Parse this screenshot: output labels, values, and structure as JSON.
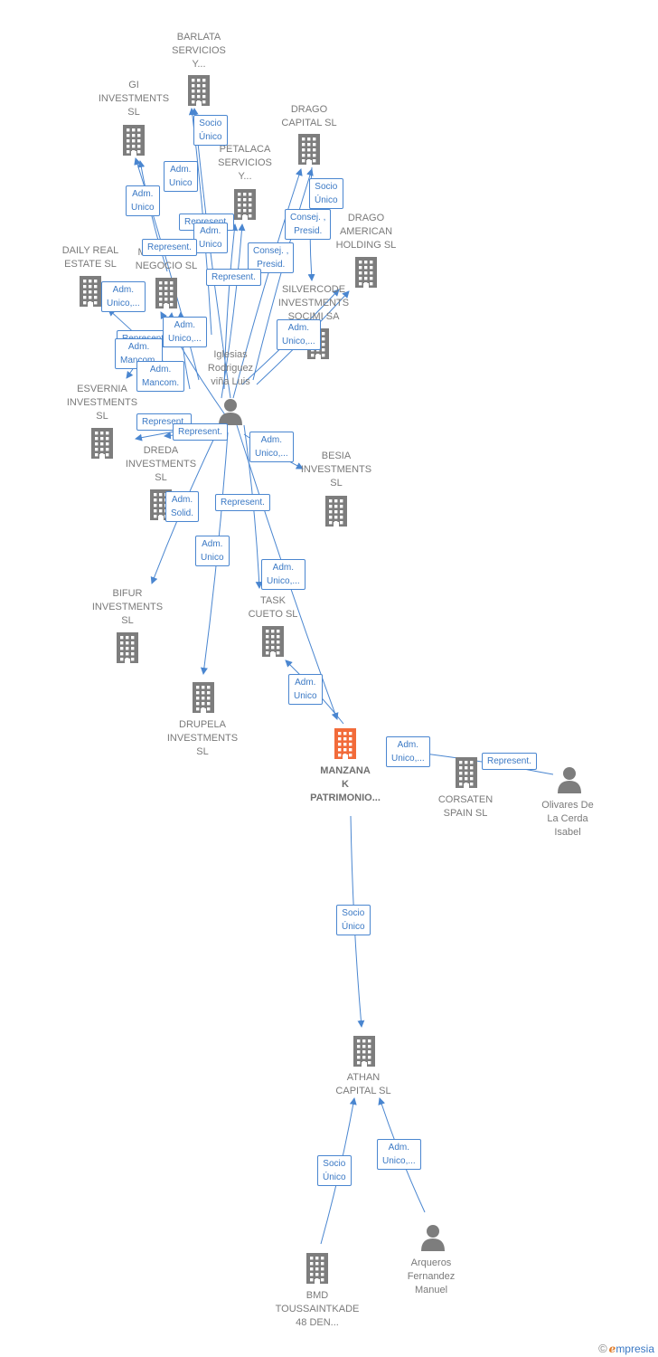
{
  "colors": {
    "line": "#4a86d0",
    "building": "#7d7d7d",
    "focus_building": "#f26b3a",
    "person": "#7d7d7d"
  },
  "nodes": [
    {
      "id": "barlata",
      "label": "BARLATA\nSERVICIOS\nY...",
      "type": "building"
    },
    {
      "id": "gi",
      "label": "GI\nINVESTMENTS\nSL",
      "type": "building"
    },
    {
      "id": "drago_capital",
      "label": "DRAGO\nCAPITAL SL",
      "type": "building"
    },
    {
      "id": "petalaca",
      "label": "PETALACA\nSERVICIOS\nY...",
      "type": "building"
    },
    {
      "id": "drago_american",
      "label": "DRAGO\nAMERICAN\nHOLDING  SL",
      "type": "building"
    },
    {
      "id": "daily_real",
      "label": "DAILY REAL\nESTATE  SL",
      "type": "building"
    },
    {
      "id": "manantial",
      "label": "MANANTIAL\nNEGOCIO  SL",
      "type": "building"
    },
    {
      "id": "silvercode",
      "label": "SILVERCODE\nINVESTMENTS\nSOCIMI SA",
      "type": "building"
    },
    {
      "id": "iglesias",
      "label": "Iglesias\nRodriguez\nviña Luis",
      "type": "person"
    },
    {
      "id": "esvernia",
      "label": "ESVERNIA\nINVESTMENTS\nSL",
      "type": "building"
    },
    {
      "id": "dreda",
      "label": "DREDA\nINVESTMENTS\nSL",
      "type": "building"
    },
    {
      "id": "besia",
      "label": "BESIA\nINVESTMENTS\nSL",
      "type": "building"
    },
    {
      "id": "bifur",
      "label": "BIFUR\nINVESTMENTS\nSL",
      "type": "building"
    },
    {
      "id": "task",
      "label": "TASK\nCUETO SL",
      "type": "building"
    },
    {
      "id": "drupela",
      "label": "DRUPELA\nINVESTMENTS\nSL",
      "type": "building"
    },
    {
      "id": "manzanak",
      "label": "MANZANA\nK\nPATRIMONIO...",
      "type": "focus"
    },
    {
      "id": "corsaten",
      "label": "CORSATEN\nSPAIN  SL",
      "type": "building"
    },
    {
      "id": "olivares",
      "label": "Olivares De\nLa Cerda\nIsabel",
      "type": "person"
    },
    {
      "id": "athan",
      "label": "ATHAN\nCAPITAL SL",
      "type": "building"
    },
    {
      "id": "bmd",
      "label": "BMD\nTOUSSAINTKADE\n48 DEN...",
      "type": "building"
    },
    {
      "id": "arqueros",
      "label": "Arqueros\nFernandez\nManuel",
      "type": "person"
    }
  ],
  "edge_labels": [
    {
      "text": "Socio\nÚnico"
    },
    {
      "text": "Adm.\nUnico"
    },
    {
      "text": "Adm.\nUnico"
    },
    {
      "text": "Socio\nÚnico"
    },
    {
      "text": "Represent."
    },
    {
      "text": "Adm.\nUnico"
    },
    {
      "text": "Consej. ,\nPresid."
    },
    {
      "text": "Represent."
    },
    {
      "text": "Consej. ,\nPresid."
    },
    {
      "text": "Represent."
    },
    {
      "text": "Adm.\nUnico,..."
    },
    {
      "text": "Adm.\nUnico,..."
    },
    {
      "text": "Represent."
    },
    {
      "text": "Adm.\nMancom."
    },
    {
      "text": "Adm.\nUnico,..."
    },
    {
      "text": "Adm.\nMancom."
    },
    {
      "text": "Represent."
    },
    {
      "text": "Represent."
    },
    {
      "text": "Adm.\nUnico,..."
    },
    {
      "text": "Represent."
    },
    {
      "text": "Adm.\nSolid."
    },
    {
      "text": "Adm.\nUnico"
    },
    {
      "text": "Adm.\nUnico,..."
    },
    {
      "text": "Adm.\nUnico"
    },
    {
      "text": "Adm.\nUnico,..."
    },
    {
      "text": "Represent."
    },
    {
      "text": "Socio\nÚnico"
    },
    {
      "text": "Socio\nÚnico"
    },
    {
      "text": "Adm.\nUnico,..."
    }
  ],
  "footer": {
    "copyright": "©",
    "brand_initial": "e",
    "brand_rest": "mpresia"
  }
}
